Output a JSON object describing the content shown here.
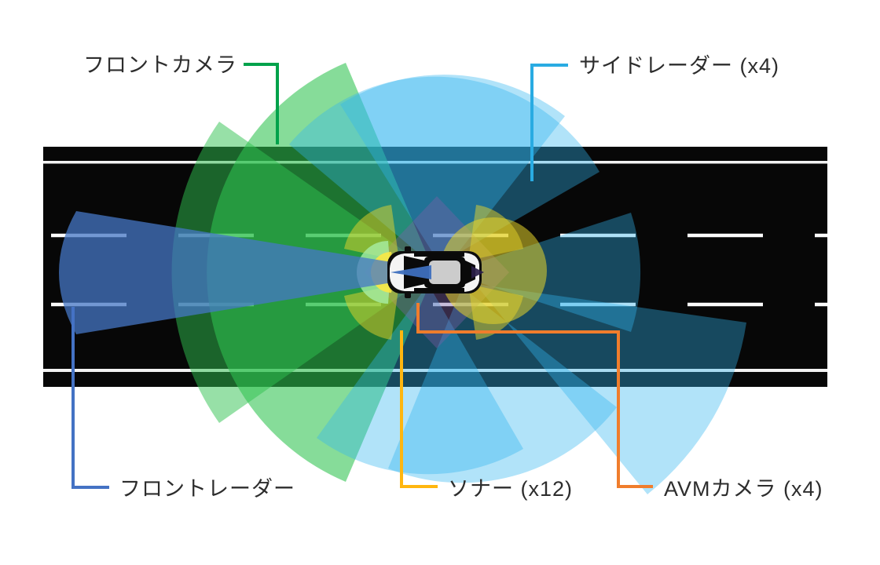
{
  "diagram": {
    "kind": "vehicle-sensor-coverage-top-view",
    "vehicle": "car (top view, facing left)",
    "road": {
      "lanes": 3,
      "surface_color": "#070707",
      "marking_color": "#f2f2f2",
      "edge_lines": "solid",
      "lane_lines": "dashed"
    },
    "sensors": [
      {
        "id": "front_camera",
        "label": "フロントカメラ",
        "count": 1,
        "line_color": "#00a24b",
        "fill_color": "#2fc24f"
      },
      {
        "id": "side_radar",
        "label": "サイドレーダー (x4)",
        "count": 4,
        "line_color": "#29abe2",
        "fill_color": "#31b5ef"
      },
      {
        "id": "front_radar",
        "label": "フロントレーダー",
        "count": 1,
        "line_color": "#4472c4",
        "fill_color": "#4577c6"
      },
      {
        "id": "sonar",
        "label": "ソナー (x12)",
        "count": 12,
        "line_color": "#ffb60f",
        "fill_color": "#e6d329"
      },
      {
        "id": "avm_camera",
        "label": "AVMカメラ (x4)",
        "count": 4,
        "line_color": "#f07d2c",
        "fill_color": "#7c5fa8"
      }
    ]
  }
}
